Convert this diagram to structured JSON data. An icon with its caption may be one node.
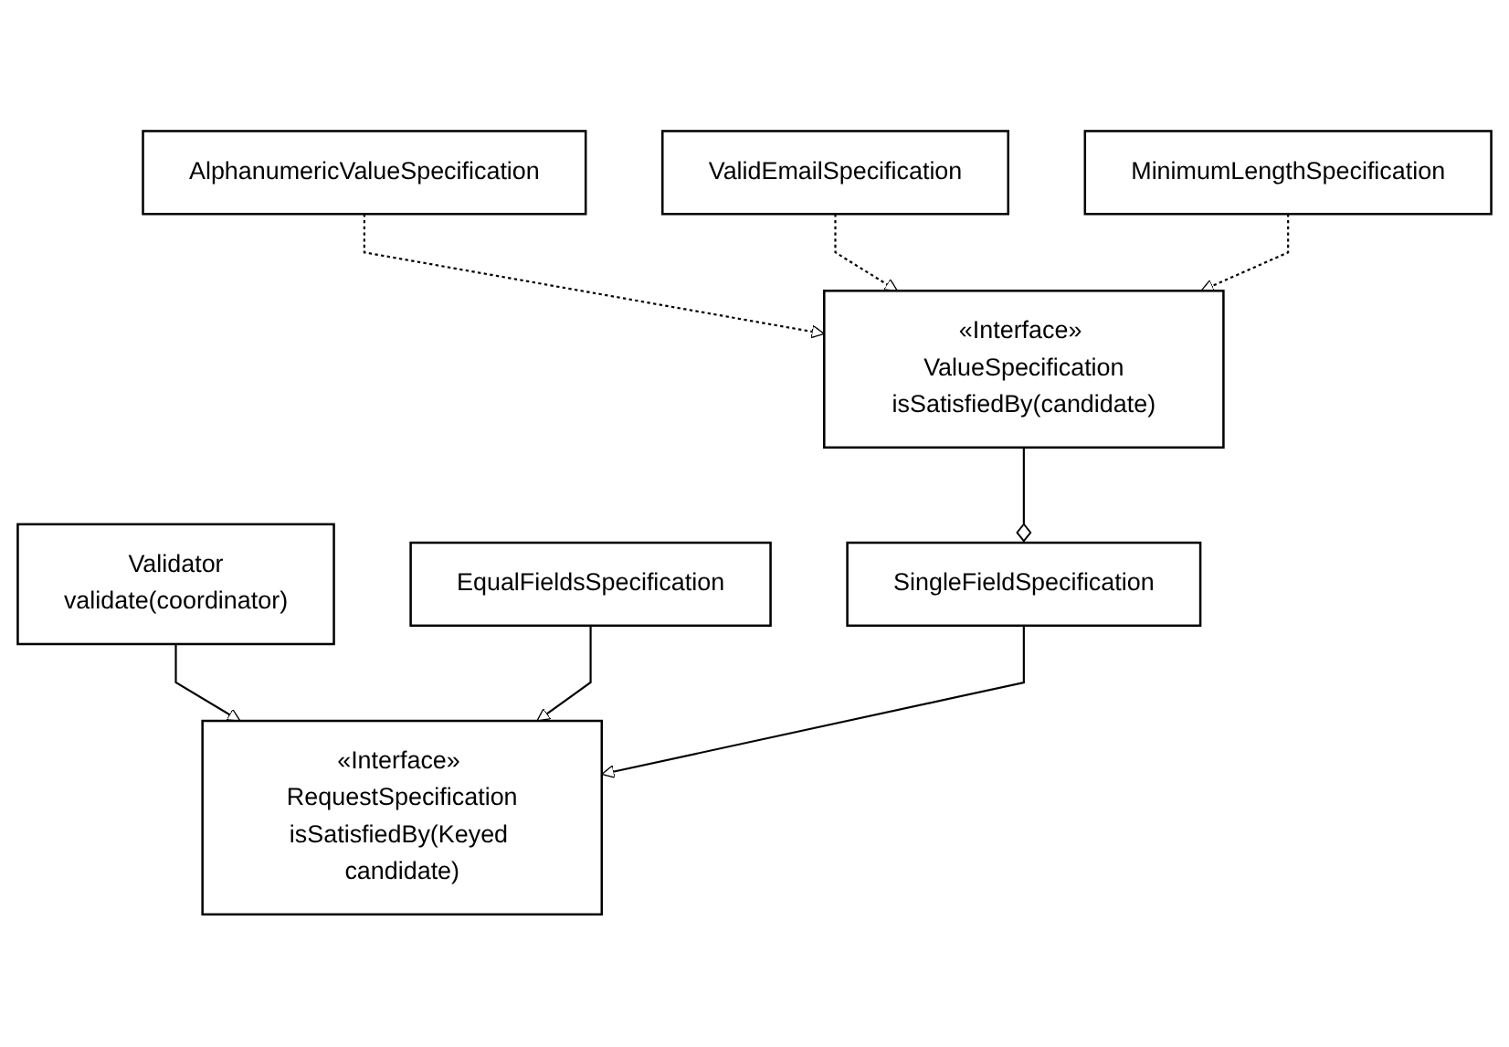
{
  "diagram": {
    "nodes": [
      {
        "text": [
          "Validator",
          "validate(coordinator)"
        ]
      },
      {
        "text": [
          "«Interface» RequestSpecification",
          "isSatisfiedBy(Keyed candidate)"
        ]
      },
      {
        "text": [
          "«Interface» ValueSpecification",
          "isSatisfiedBy(candidate)"
        ]
      },
      {
        "text": [
          "EqualFieldsSpecification"
        ]
      },
      {
        "text": [
          "SingleFieldSpecification"
        ]
      },
      {
        "text": [
          "AlphanumericValueSpecification"
        ]
      },
      {
        "text": [
          "ValidEmailSpecification"
        ]
      },
      {
        "text": [
          "MinimumLengthSpecification"
        ]
      }
    ],
    "edges": [
      {
        "from": 0,
        "to": 1,
        "arrow": "to"
      },
      {
        "from": 3,
        "to": 1,
        "arrow": "to"
      },
      {
        "from": 4,
        "to": 1,
        "arrow": "to"
      },
      {
        "from": 2,
        "to": 4,
        "arrow": "other"
      },
      {
        "from": 5,
        "to": 2,
        "arrow": "to",
        "style": "dashed"
      },
      {
        "from": 6,
        "to": 2,
        "arrow": "to",
        "style": "dashed"
      },
      {
        "from": 7,
        "to": 2,
        "arrow": "to",
        "style": "dashed"
      }
    ]
  }
}
